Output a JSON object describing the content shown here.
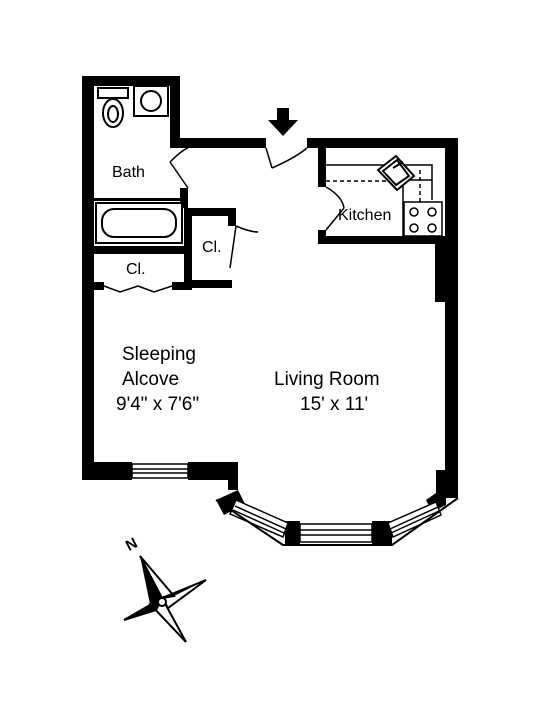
{
  "rooms": {
    "bath": "Bath",
    "closet_top": "Cl.",
    "closet_left": "Cl.",
    "kitchen": "Kitchen",
    "sleeping_line1": "Sleeping",
    "sleeping_line2": "Alcove",
    "sleeping_dims": "9'4\" x 7'6\"",
    "living_name": "Living Room",
    "living_dims": "15' x 11'"
  },
  "compass": {
    "north_label": "N"
  },
  "icons": [
    "entry-arrow-icon",
    "compass-rose-icon",
    "toilet-icon",
    "sink-icon",
    "bathtub-icon",
    "stove-icon",
    "kitchen-sink-icon"
  ],
  "colors": {
    "wall": "#000000",
    "background": "#ffffff"
  }
}
